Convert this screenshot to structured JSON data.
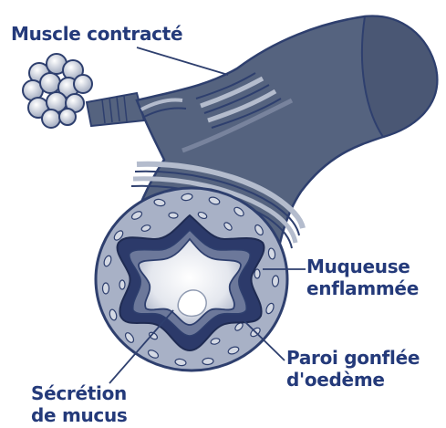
{
  "labels": {
    "muscle": "Muscle contracté",
    "muqueuse": [
      "Muqueuse",
      "enflammée"
    ],
    "paroi": [
      "Paroi gonflée",
      "d'oedème"
    ],
    "secretion": [
      "Sécrétion",
      "de mucus"
    ]
  },
  "colors": {
    "outline": "#2e3f6e",
    "tube": "#55637f",
    "tube_dark": "#3f4c68",
    "tube_light": "#8f9ab1",
    "wall": "#a8b1c6",
    "mucosa": "#2c3a6a",
    "lumen": "#f2f3f6",
    "label": "#243a7a"
  }
}
